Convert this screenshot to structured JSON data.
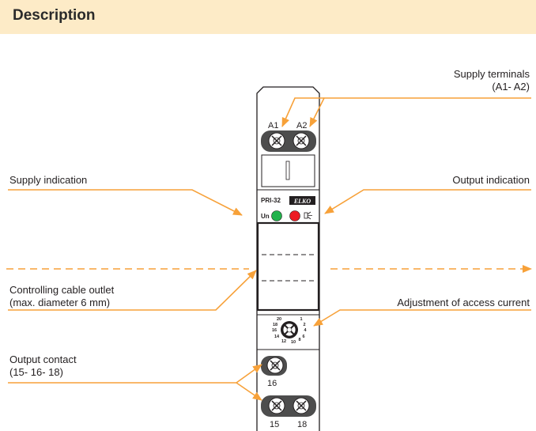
{
  "header": {
    "title": "Description"
  },
  "labels": {
    "supply_terminals_line1": "Supply terminals",
    "supply_terminals_line2": "(A1- A2)",
    "supply_indication": "Supply indication",
    "output_indication": "Output indication",
    "cable_outlet_line1": "Controlling cable outlet",
    "cable_outlet_line2": "(max. diameter 6 mm)",
    "adjustment": "Adjustment of access current",
    "output_contact_line1": "Output contact",
    "output_contact_line2": "(15- 16- 18)"
  },
  "device": {
    "terminal_a1": "A1",
    "terminal_a2": "A2",
    "model": "PRI-32",
    "brand": "ELKO",
    "un_label": "Un",
    "dial_ticks": [
      "20",
      "1",
      "18",
      "2",
      "16",
      "4",
      "14",
      "6",
      "12",
      "10",
      "8"
    ],
    "terminal_15": "15",
    "terminal_16": "16",
    "terminal_18": "18"
  },
  "colors": {
    "header_bg": "#fdebc7",
    "leader": "#f7a139",
    "led_green": "#22b24c",
    "led_red": "#ed1c24"
  }
}
